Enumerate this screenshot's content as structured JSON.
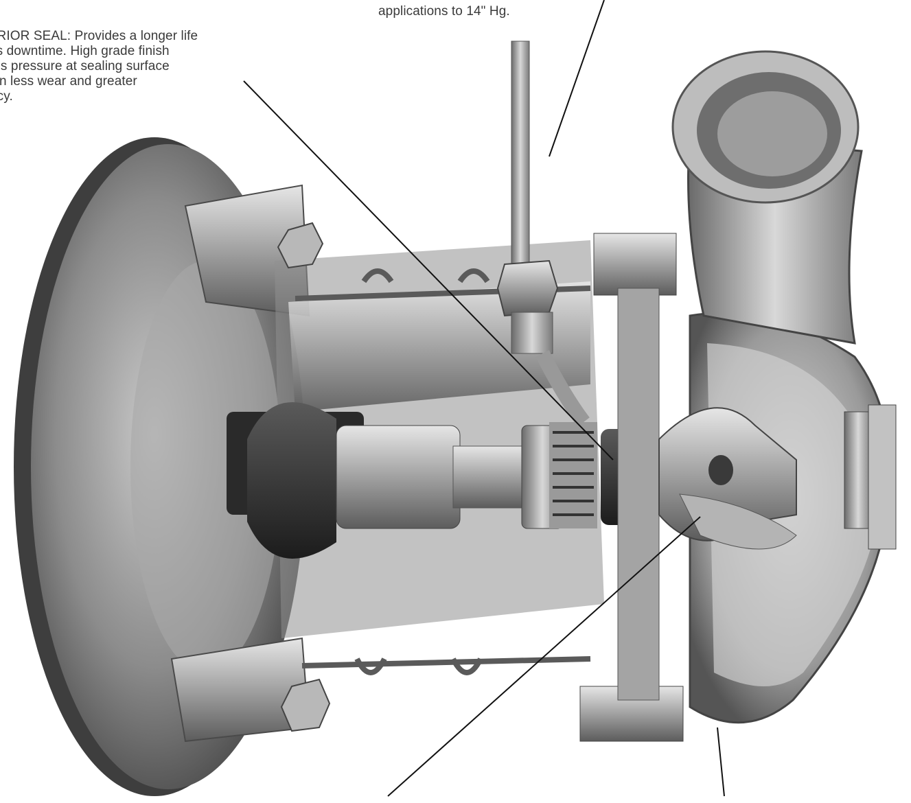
{
  "callouts": {
    "seal": {
      "lines": [
        "PERIOR SEAL: Provides a longer life",
        "less downtime. High grade finish",
        "uces pressure at sealing surface",
        "lts in less wear and greater",
        "iency."
      ]
    },
    "vacuum": {
      "lines": [
        "applications to 14\" Hg."
      ]
    }
  }
}
